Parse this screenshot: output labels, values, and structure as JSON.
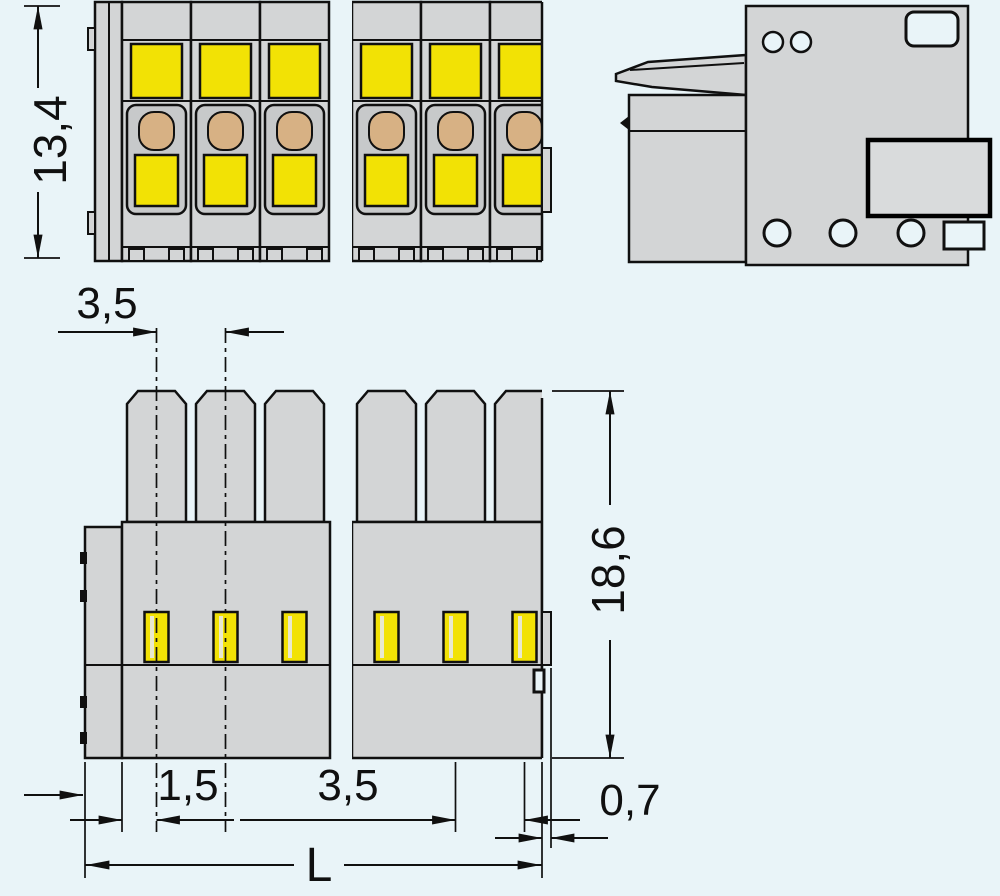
{
  "dimensions": {
    "front_height": "13,4",
    "pole_pitch_top": "3,5",
    "connector_depth": "18,6",
    "edge_offset": "1,5",
    "pole_pitch_bottom": "3,5",
    "tab_depth": "0,7",
    "total_length": "L"
  },
  "colors": {
    "background": "#e9f4f8",
    "housing_gray": "#d3d5d6",
    "actuator_yellow": "#f2e205",
    "wire_port_tan": "#d7b184",
    "line_black": "#101010"
  }
}
